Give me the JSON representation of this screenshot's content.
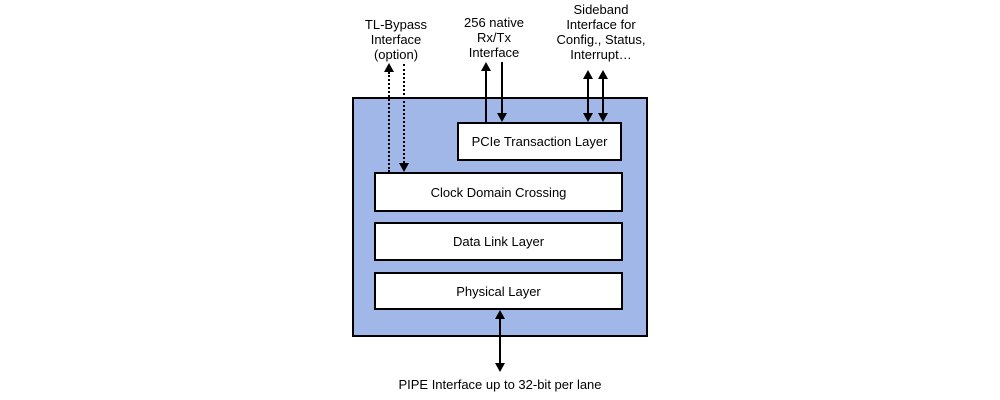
{
  "title": "PCIe controller block diagram",
  "colors": {
    "container_fill": "#A0B7E8",
    "border": "#000000",
    "block_fill": "#FFFFFF",
    "background": "#FFFFFF"
  },
  "top_labels": {
    "tl_bypass": "TL-Bypass\nInterface\n(option)",
    "rx_tx": "256 native\nRx/Tx\nInterface",
    "sideband": "Sideband\nInterface for\nConfig., Status,\nInterrupt…"
  },
  "blocks": {
    "transaction": "PCIe Transaction Layer",
    "cdc": "Clock Domain Crossing",
    "data_link": "Data Link Layer",
    "physical": "Physical Layer"
  },
  "bottom_label": "PIPE Interface up to 32-bit per lane"
}
